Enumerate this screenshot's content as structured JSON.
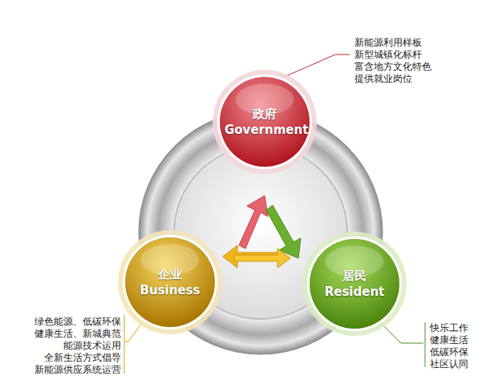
{
  "diagram": {
    "nodes": [
      {
        "text": [
          "政府 Government"
        ]
      },
      {
        "text": [
          "企业 Business"
        ]
      },
      {
        "text": [
          "居民 Resident"
        ]
      }
    ],
    "labels": [
      "新能源利用样板",
      "新型城镇化标杆",
      "富含地方文化特色",
      "提供就业岗位",
      "绿色能源、低碳环保",
      "健康生活、新城典范",
      "能源技术运用",
      "全新生活方式倡导",
      "新能源供应系统运营",
      "快乐工作",
      "健康生活",
      "低碳环保",
      "社区认同"
    ]
  }
}
